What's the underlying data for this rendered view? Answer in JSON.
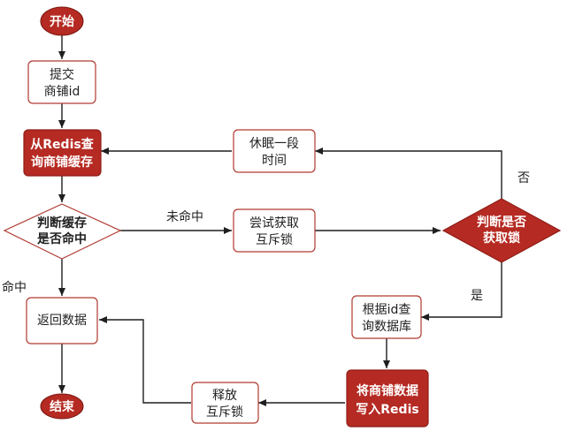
{
  "colors": {
    "accent": "#b52a22",
    "border": "#b03a30",
    "line": "#1f1f1f",
    "box_fill": "#ffffff"
  },
  "nodes": {
    "start": "开始",
    "submit": [
      "提交",
      "商铺id"
    ],
    "query_redis": [
      "从Redis查",
      "询商铺缓存"
    ],
    "check_cache": [
      "判断缓存",
      "是否命中"
    ],
    "try_lock": [
      "尝试获取",
      "互斥锁"
    ],
    "check_lock": [
      "判断是否",
      "获取锁"
    ],
    "sleep": [
      "休眠一段",
      "时间"
    ],
    "query_db": [
      "根据id查",
      "询数据库"
    ],
    "write_redis": [
      "将商铺数据",
      "写入Redis"
    ],
    "release_lock": [
      "释放",
      "互斥锁"
    ],
    "return_data": "返回数据",
    "end": "结束"
  },
  "labels": {
    "miss": "未命中",
    "hit": "命中",
    "no": "否",
    "yes": "是"
  }
}
